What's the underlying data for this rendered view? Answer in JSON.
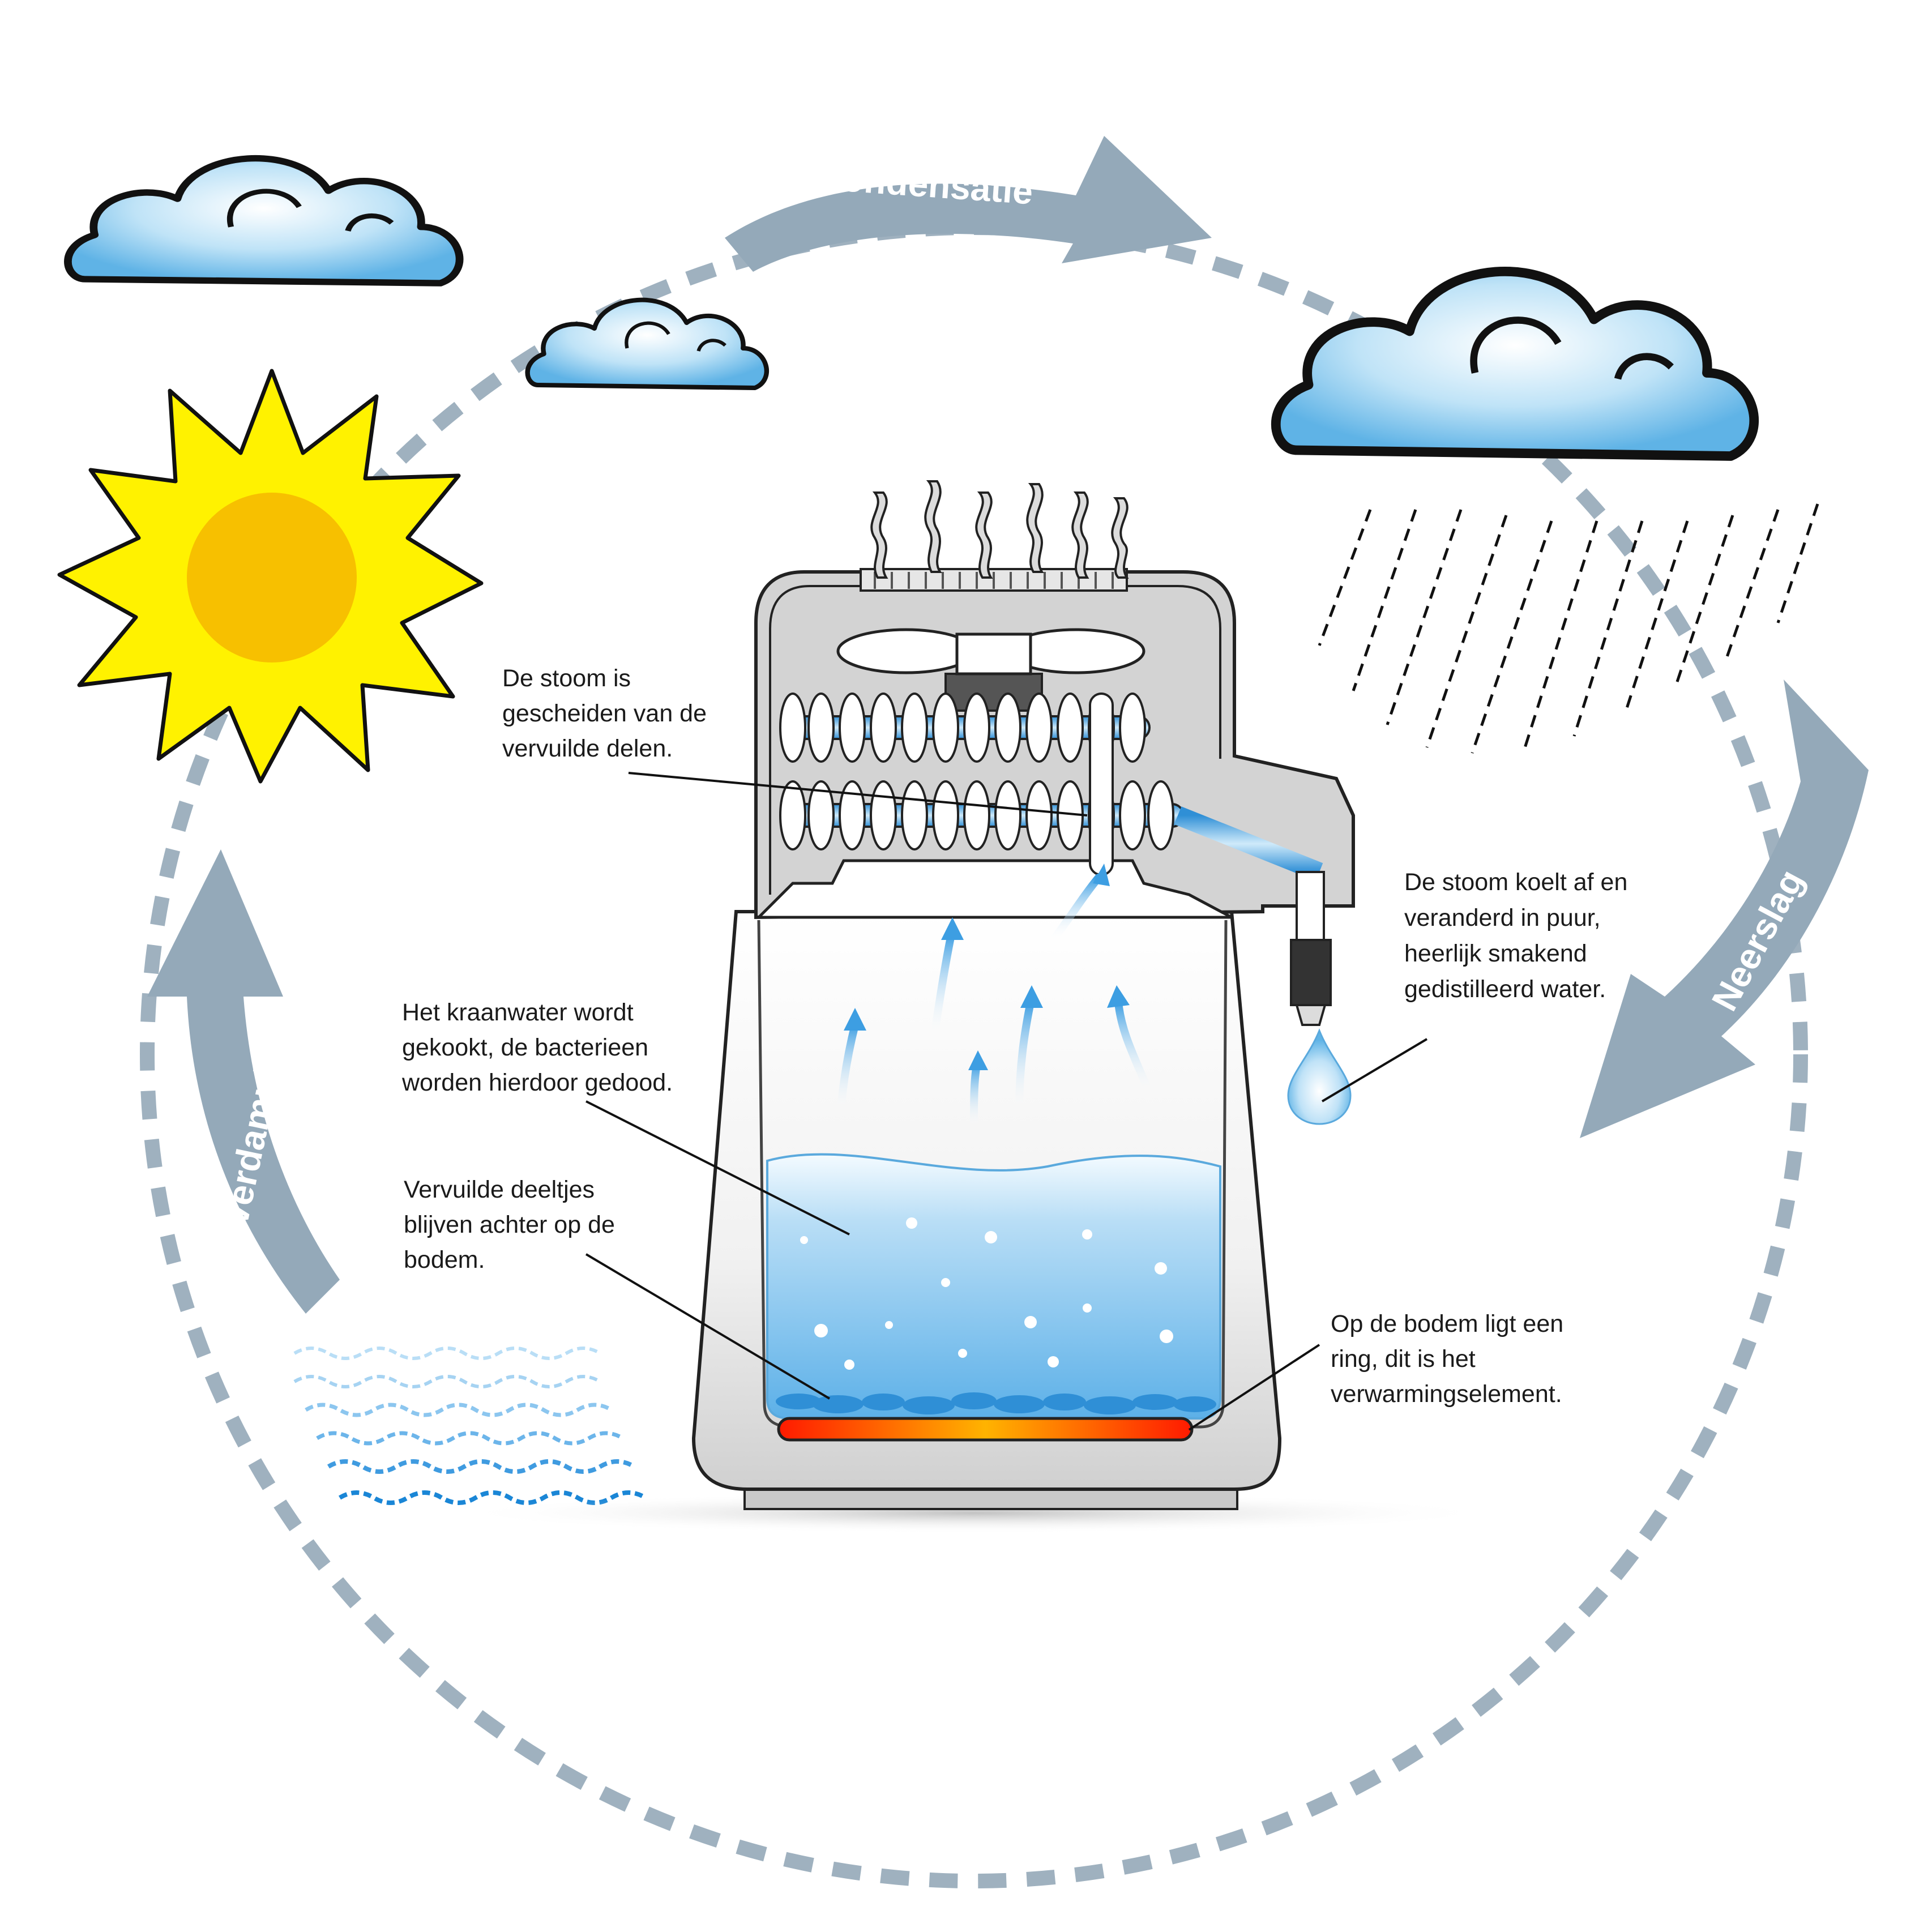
{
  "cycle": {
    "condensatie": "Condensatie",
    "neerslag": "Neerslag",
    "verdamping": "Verdamping"
  },
  "annotations": {
    "steam_separated": [
      "De stoom is",
      "gescheiden van de",
      "vervuilde delen."
    ],
    "steam_cools": [
      "De stoom koelt af en",
      "veranderd in puur,",
      "heerlijk smakend",
      "gedistilleerd water."
    ],
    "tap_water": [
      "Het kraanwater wordt",
      "gekookt, de bacterieen",
      "worden hierdoor gedood."
    ],
    "sediment": [
      "Vervuilde deeltjes",
      "blijven achter op de",
      "bodem."
    ],
    "heating_ring": [
      "Op de bodem ligt een",
      "ring, dit is het",
      "verwarmingselement."
    ]
  },
  "colors": {
    "cycle_arrow": "#94a9b9",
    "dash": "#9fb1bf",
    "sun_core": "#f7c000",
    "sun_rays": "#fff200",
    "cloud": "#7cc3ea",
    "water": "#66b7ea",
    "heater": "#ff2a00",
    "body": "#d3d3d3"
  },
  "icons": [
    "sun-icon",
    "cloud-icon",
    "rain-icon",
    "water-drop-icon",
    "steam-icon",
    "water-waves-icon"
  ]
}
